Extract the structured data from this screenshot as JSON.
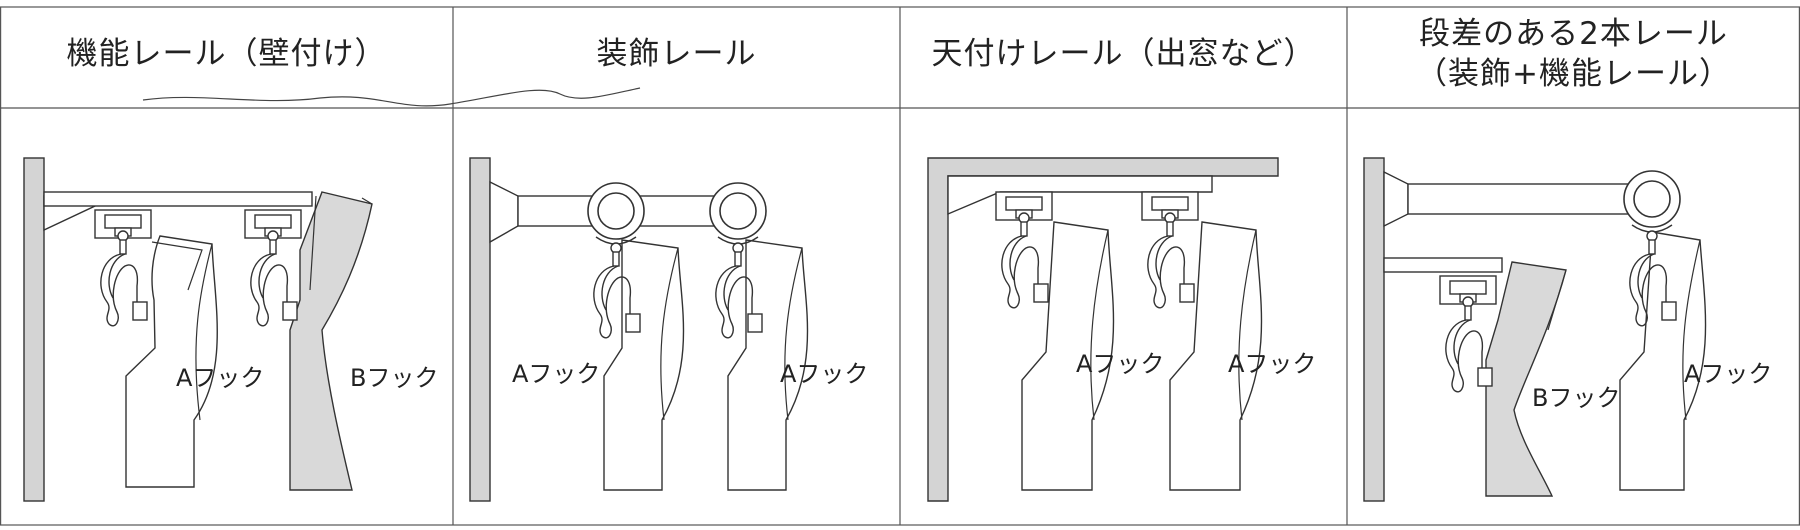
{
  "panels": [
    {
      "title": "機能レール（壁付け）",
      "labels": [
        "Aフック",
        "Bフック"
      ]
    },
    {
      "title": "装飾レール",
      "labels": [
        "Aフック",
        "Aフック"
      ]
    },
    {
      "title": "天付けレール（出窓など）",
      "labels": [
        "Aフック",
        "Aフック"
      ]
    },
    {
      "title_line1": "段差のある2本レール",
      "title_line2": "（装飾+機能レール）",
      "labels": [
        "Bフック",
        "Aフック"
      ]
    }
  ],
  "colors": {
    "line": "#333333",
    "fill_gray": "#d9d9d9",
    "wall": "#d4d4d4"
  }
}
